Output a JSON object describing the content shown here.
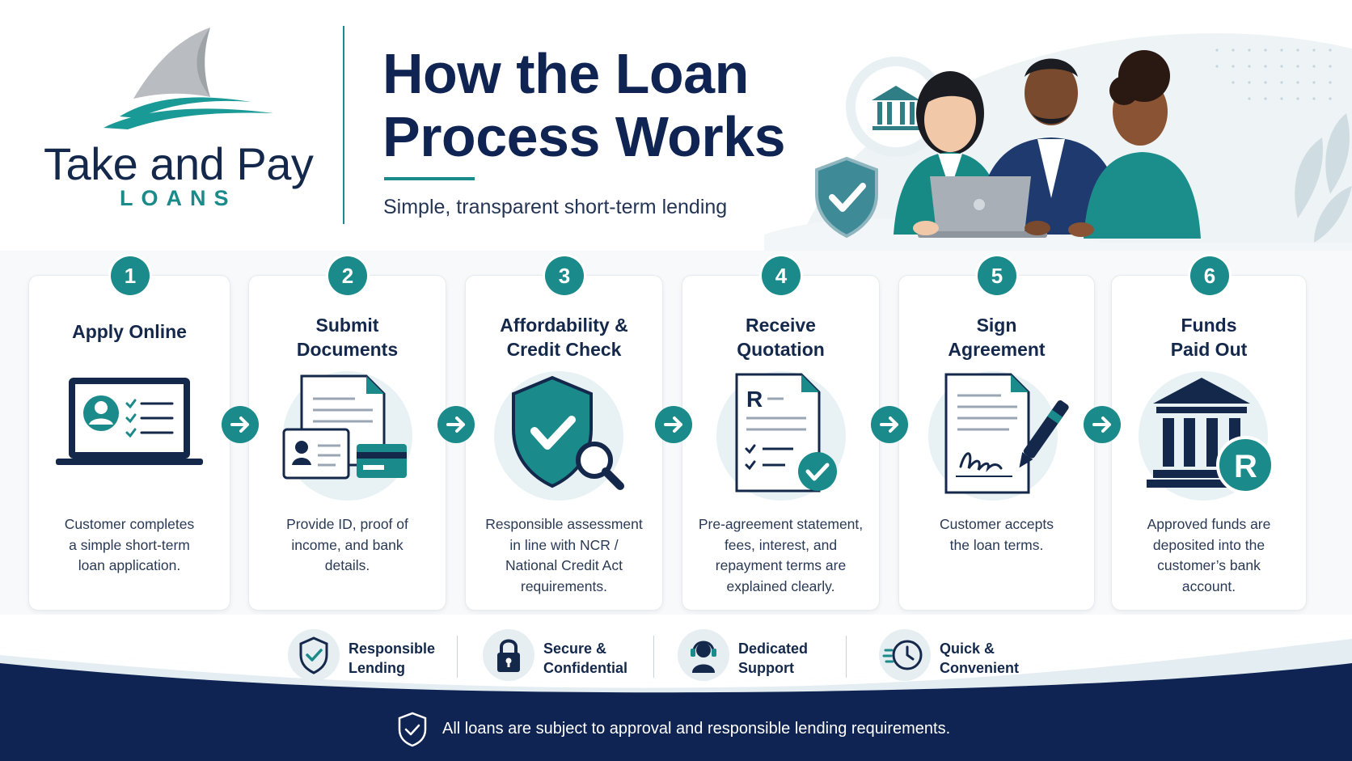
{
  "brand": {
    "name": "Take and Pay",
    "sub": "LOANS"
  },
  "header": {
    "title_line1": "How the Loan",
    "title_line2": "Process Works",
    "subtitle": "Simple, transparent short-term lending"
  },
  "steps": [
    {
      "number": "1",
      "title_line1": "",
      "title_line2": "Apply Online",
      "icon": "laptop-application-icon",
      "desc_lines": [
        "Customer completes",
        "a simple short-term",
        "loan application."
      ]
    },
    {
      "number": "2",
      "title_line1": "Submit",
      "title_line2": "Documents",
      "icon": "documents-id-card-icon",
      "desc_lines": [
        "Provide ID, proof of",
        "income, and bank",
        "details."
      ]
    },
    {
      "number": "3",
      "title_line1": "Affordability &",
      "title_line2": "Credit Check",
      "icon": "shield-check-magnifier-icon",
      "desc_lines": [
        "Responsible assessment",
        "in line with NCR /",
        "National Credit Act",
        "requirements."
      ]
    },
    {
      "number": "4",
      "title_line1": "Receive",
      "title_line2": "Quotation",
      "icon": "quotation-document-icon",
      "desc_lines": [
        "Pre-agreement statement,",
        "fees, interest, and",
        "repayment terms are",
        "explained clearly."
      ]
    },
    {
      "number": "5",
      "title_line1": "Sign",
      "title_line2": "Agreement",
      "icon": "signed-agreement-pen-icon",
      "desc_lines": [
        "Customer accepts",
        "the loan terms."
      ]
    },
    {
      "number": "6",
      "title_line1": "Funds",
      "title_line2": "Paid Out",
      "icon": "bank-rand-icon",
      "desc_lines": [
        "Approved funds are",
        "deposited into the",
        "customer’s bank",
        "account."
      ]
    }
  ],
  "features": [
    {
      "line1": "Responsible",
      "line2": "Lending",
      "icon": "shield-check-icon"
    },
    {
      "line1": "Secure &",
      "line2": "Confidential",
      "icon": "padlock-icon"
    },
    {
      "line1": "Dedicated",
      "line2": "Support",
      "icon": "headset-agent-icon"
    },
    {
      "line1": "Quick &",
      "line2": "Convenient",
      "icon": "fast-clock-icon"
    }
  ],
  "footer": {
    "text": "All loans are subject to approval and responsible lending requirements."
  },
  "colors": {
    "navy": "#0f2452",
    "teal": "#1a8a8a",
    "light_teal": "#e3f0f0"
  }
}
